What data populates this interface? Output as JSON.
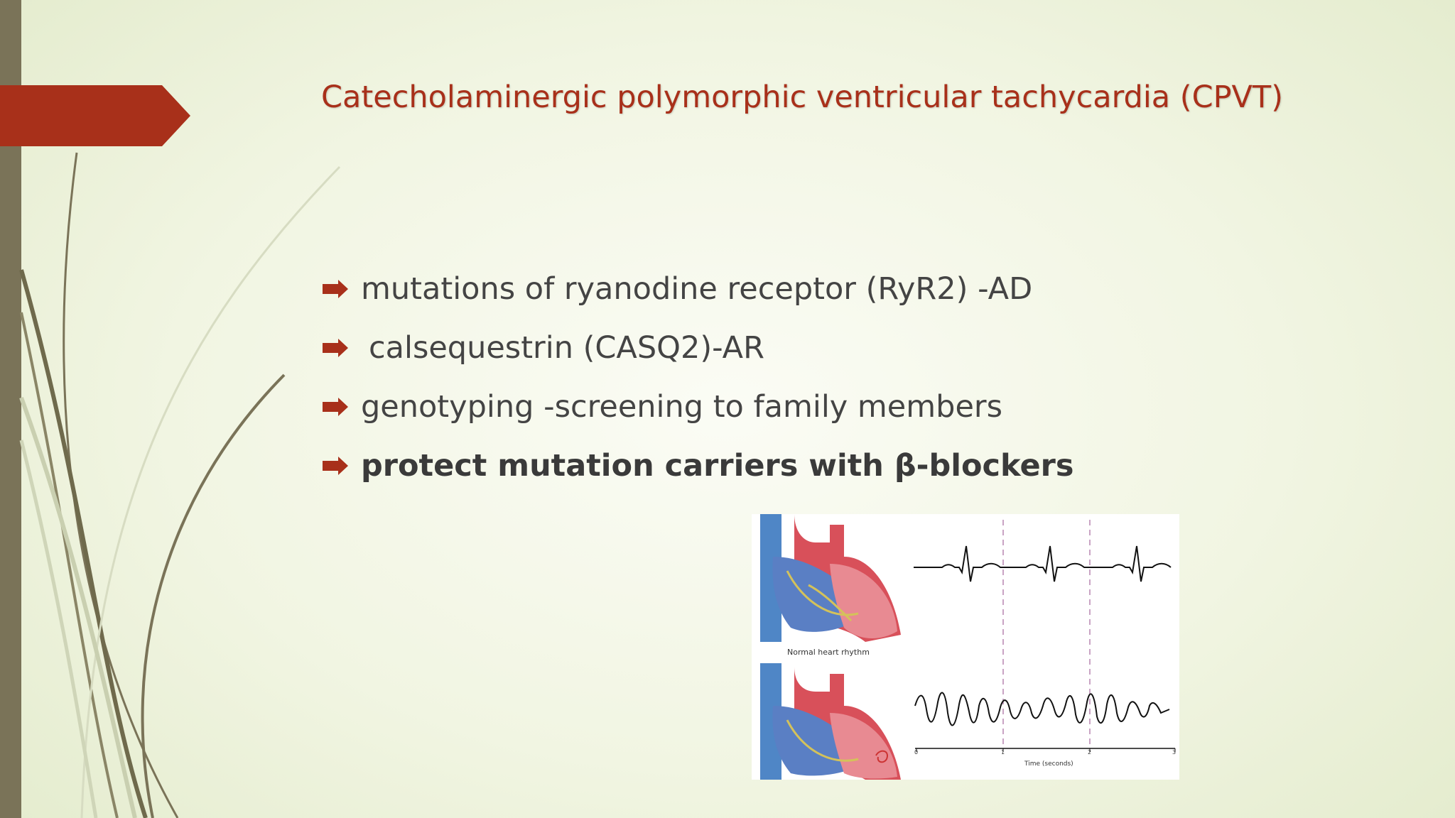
{
  "slide": {
    "title": "Catecholaminergic polymorphic ventricular tachycardia (CPVT)",
    "accent_color": "#a8301a",
    "bullet_icon": "right-arrow-icon",
    "bullets": [
      {
        "text": "mutations of ryanodine receptor (RyR2)  -AD"
      },
      {
        "text": "calsequestrin (CASQ2)-AR"
      },
      {
        "text": "genotyping -screening to family members"
      },
      {
        "text": "protect mutation carriers with β-blockers"
      }
    ]
  },
  "figure": {
    "normal_caption": "Normal heart rhythm",
    "axis_label": "Time (seconds)",
    "axis_ticks": [
      "0",
      "1",
      "2",
      "3"
    ]
  }
}
